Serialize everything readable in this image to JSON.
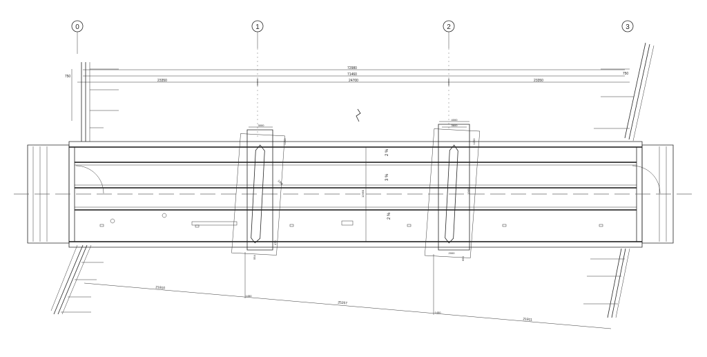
{
  "axes": [
    "0",
    "1",
    "2",
    "3"
  ],
  "dimensions": {
    "overall": "72980",
    "span_total": "71460",
    "span_left": "23350",
    "span_mid": "24700",
    "span_right": "23350",
    "end_left": "750",
    "end_right": "750",
    "deck_width": "12950",
    "pier1_a": "3000",
    "pier1_side": "1200",
    "pier2_a": "4000",
    "pier2_b": "3600",
    "pier2_side": "1200",
    "bottom_left": "21910",
    "bottom_mid": "25257",
    "bottom_right": "21911",
    "bottom_offset_1": "1450",
    "bottom_offset_2": "1450",
    "small_dim_a": "476",
    "small_dim_b": "554",
    "small_dim_c": "1265",
    "small_dim_d": "2000",
    "small_dim_e": "650"
  },
  "slopes": {
    "top": "2 %",
    "middle": "3 %",
    "bottom": "2 %"
  },
  "colors": {
    "line": "#222222",
    "background": "#ffffff"
  }
}
